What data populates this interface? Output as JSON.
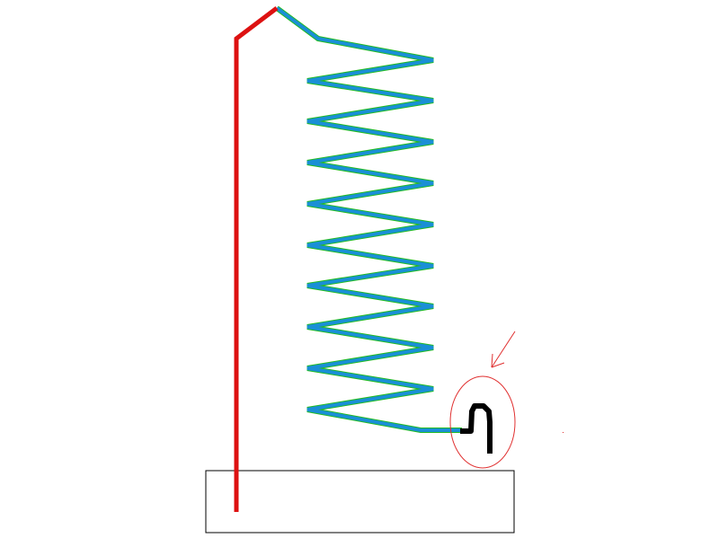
{
  "diagram": {
    "background_color": "#ffffff",
    "colors": {
      "rod": "#dd1111",
      "spring": "#1a8fd6",
      "spring_edge": "#22bb22",
      "hook": "#000000",
      "annotation": "#e03030",
      "base_outline": "#000000"
    },
    "elements": [
      {
        "name": "base-block",
        "kind": "rectangle"
      },
      {
        "name": "support-rod",
        "kind": "bent-rod"
      },
      {
        "name": "spring-coil",
        "kind": "zigzag-spring"
      },
      {
        "name": "hook",
        "kind": "hook"
      },
      {
        "name": "highlight-circle",
        "kind": "ellipse-annotation"
      },
      {
        "name": "pointer-arrow",
        "kind": "arrow-annotation"
      }
    ]
  }
}
